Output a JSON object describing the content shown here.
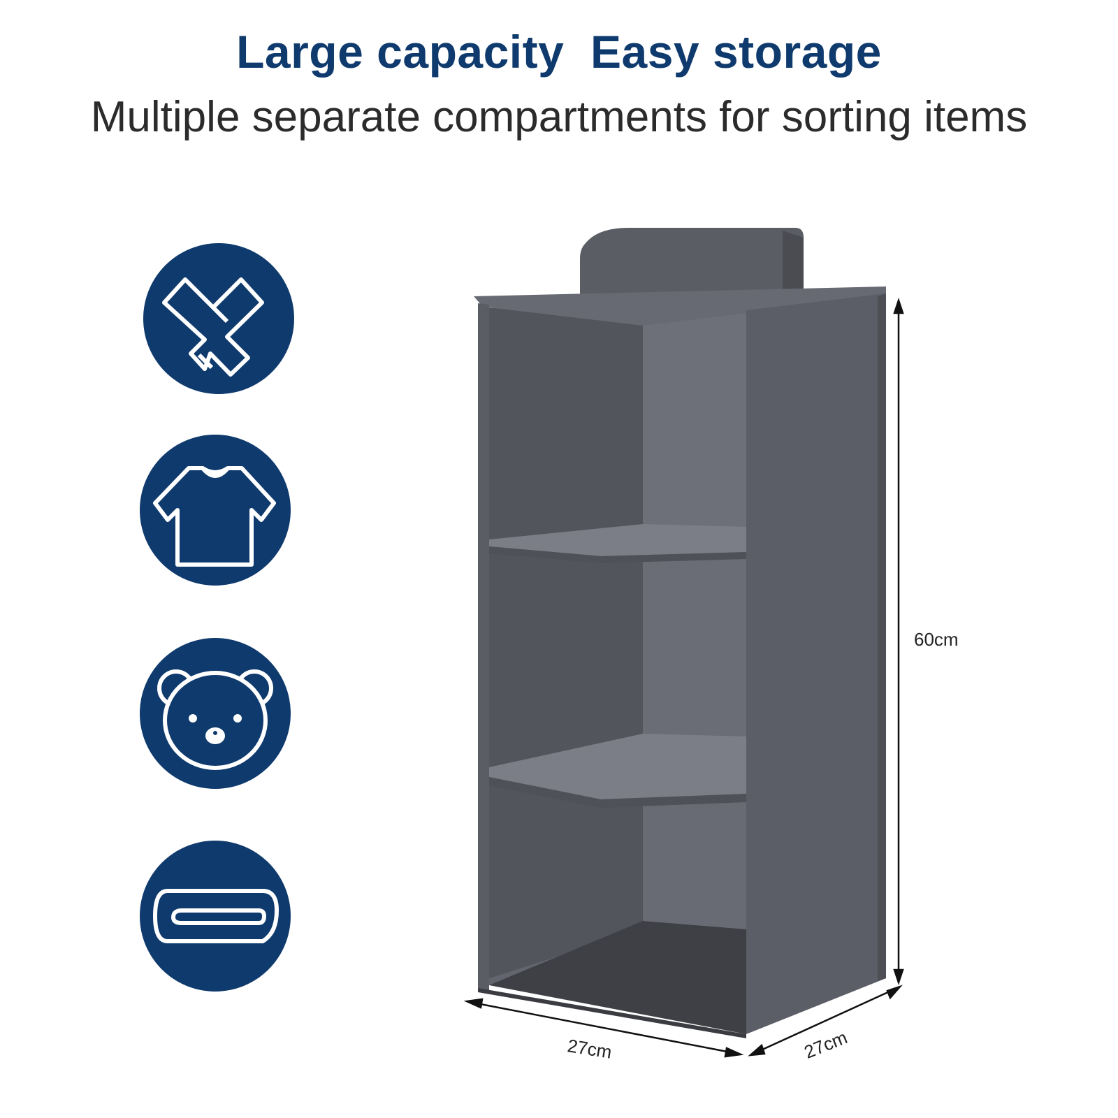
{
  "header": {
    "headline": "Large capacity  Easy storage",
    "subline": "Multiple separate compartments for sorting items"
  },
  "icons": [
    {
      "name": "scarf-icon"
    },
    {
      "name": "tshirt-icon"
    },
    {
      "name": "teddy-bear-icon"
    },
    {
      "name": "folded-towel-icon"
    }
  ],
  "colors": {
    "accent": "#0f3a6d",
    "product_gray": "#5d6068",
    "text": "#2b2b2b"
  },
  "dimensions": {
    "height": "60cm",
    "width": "27cm",
    "depth": "27cm"
  }
}
